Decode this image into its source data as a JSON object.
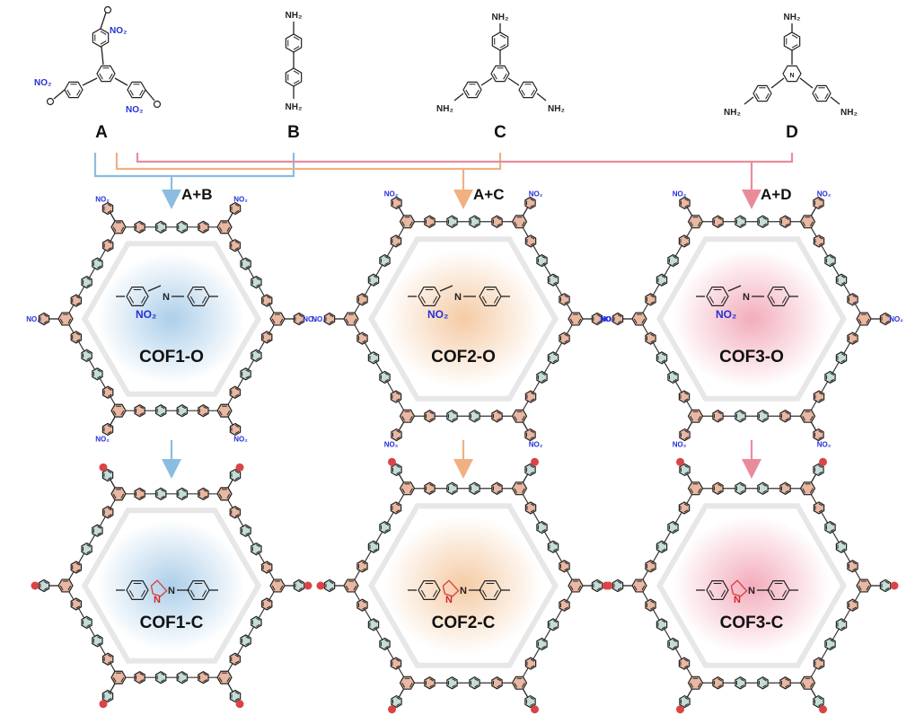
{
  "monomers": {
    "a": {
      "label": "A",
      "group": "NO₂"
    },
    "b": {
      "label": "B",
      "group": "NH₂"
    },
    "c": {
      "label": "C",
      "group": "NH₂"
    },
    "d": {
      "label": "D",
      "group": "NH₂"
    }
  },
  "reactions": [
    {
      "label": "A+B",
      "color": "#8bbde0"
    },
    {
      "label": "A+C",
      "color": "#f0b080"
    },
    {
      "label": "A+D",
      "color": "#e88c9c"
    }
  ],
  "cofs_o": [
    {
      "label": "COF1-O",
      "glow": "#a8cce8",
      "frag_label": "NO₂"
    },
    {
      "label": "COF2-O",
      "glow": "#f4c8a0",
      "frag_label": "NO₂"
    },
    {
      "label": "COF3-O",
      "glow": "#f2a8b8",
      "frag_label": "NO₂"
    }
  ],
  "cofs_c": [
    {
      "label": "COF1-C",
      "glow": "#a8cce8",
      "frag_label": "N"
    },
    {
      "label": "COF2-C",
      "glow": "#f4c8a0",
      "frag_label": "N"
    },
    {
      "label": "COF3-C",
      "glow": "#f2a8b8",
      "frag_label": "N"
    }
  ],
  "colors": {
    "ring_fill_orange": "#e9b8a2",
    "ring_fill_teal": "#c4ddd8",
    "indazole_red": "#d94545",
    "no2_blue": "#2430d8"
  }
}
